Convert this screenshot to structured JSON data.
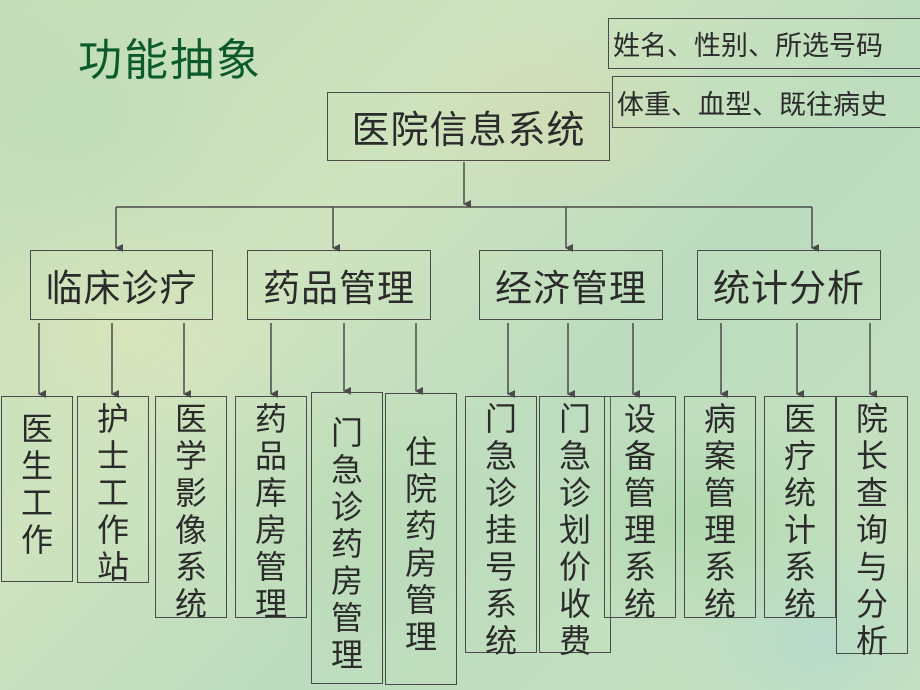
{
  "title": "功能抽象",
  "root": {
    "label": "医院信息系统"
  },
  "notes": [
    {
      "label": "姓名、性别、所选号码"
    },
    {
      "label": "体重、血型、既往病史"
    }
  ],
  "categories": [
    {
      "label": "临床诊疗",
      "children": [
        {
          "label": "医生工作"
        },
        {
          "label": "护士工作站"
        },
        {
          "label": "医学影像系统"
        }
      ]
    },
    {
      "label": "药品管理",
      "children": [
        {
          "label": "药品库房管理"
        },
        {
          "label": "门急诊药房管理"
        },
        {
          "label": "住院药房管理"
        }
      ]
    },
    {
      "label": "经济管理",
      "children": [
        {
          "label": "门急诊挂号系统"
        },
        {
          "label": "门急诊划价收费"
        },
        {
          "label": "设备管理系统"
        }
      ]
    },
    {
      "label": "统计分析",
      "children": [
        {
          "label": "病案管理系统"
        },
        {
          "label": "医疗统计系统"
        },
        {
          "label": "院长查询与分析"
        }
      ]
    }
  ],
  "colors": {
    "title": "#0b5a2c",
    "text": "#2b2b2b",
    "lines": "#4a4a4a"
  }
}
